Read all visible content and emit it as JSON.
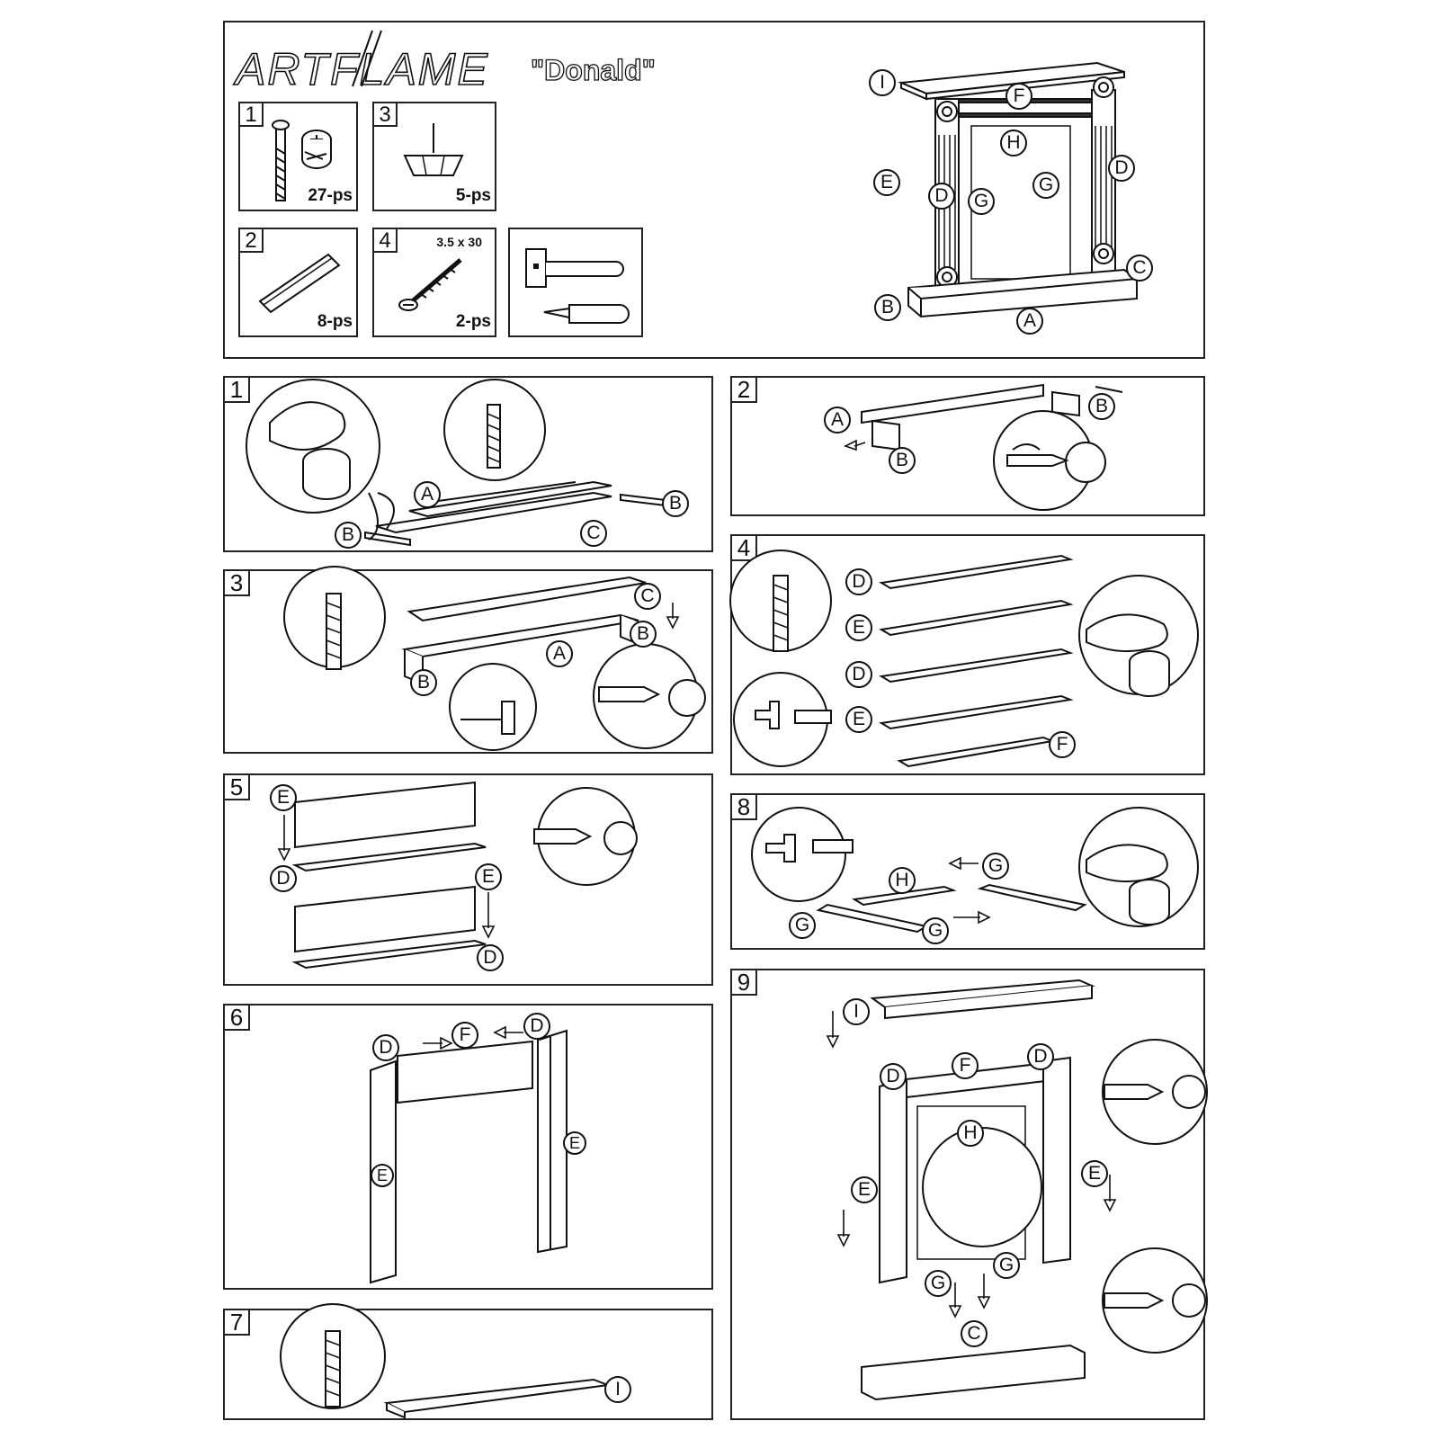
{
  "header": {
    "brand": "ARTFLAME",
    "model": "\"Donald\""
  },
  "kit": [
    {
      "num": "1",
      "count": "27-ps",
      "icon": "cam-bolt-and-cam-lock-icon"
    },
    {
      "num": "3",
      "count": "5-ps",
      "icon": "nail-glide-icon"
    },
    {
      "num": "2",
      "count": "8-ps",
      "icon": "wooden-dowel-icon"
    },
    {
      "num": "4",
      "count": "2-ps",
      "size": "3.5 x 30",
      "icon": "screw-icon"
    },
    {
      "num": "",
      "count": "",
      "icon": "hammer-and-screwdriver-icon"
    }
  ],
  "overview": {
    "labels": [
      "I",
      "F",
      "H",
      "E",
      "D",
      "G",
      "G",
      "D",
      "C",
      "B",
      "A"
    ]
  },
  "steps": [
    {
      "num": "1",
      "labels": [
        "A",
        "B",
        "B",
        "C"
      ]
    },
    {
      "num": "2",
      "labels": [
        "A",
        "B",
        "B"
      ]
    },
    {
      "num": "3",
      "labels": [
        "C",
        "B",
        "A",
        "B"
      ]
    },
    {
      "num": "4",
      "labels": [
        "D",
        "E",
        "D",
        "E",
        "F"
      ]
    },
    {
      "num": "5",
      "labels": [
        "E",
        "D",
        "E",
        "D"
      ]
    },
    {
      "num": "6",
      "labels": [
        "D",
        "F",
        "D",
        "E",
        "E"
      ]
    },
    {
      "num": "7",
      "labels": [
        "I"
      ]
    },
    {
      "num": "8",
      "labels": [
        "H",
        "G",
        "G",
        "G"
      ]
    },
    {
      "num": "9",
      "labels": [
        "I",
        "D",
        "F",
        "D",
        "H",
        "E",
        "E",
        "G",
        "G",
        "C"
      ]
    }
  ]
}
